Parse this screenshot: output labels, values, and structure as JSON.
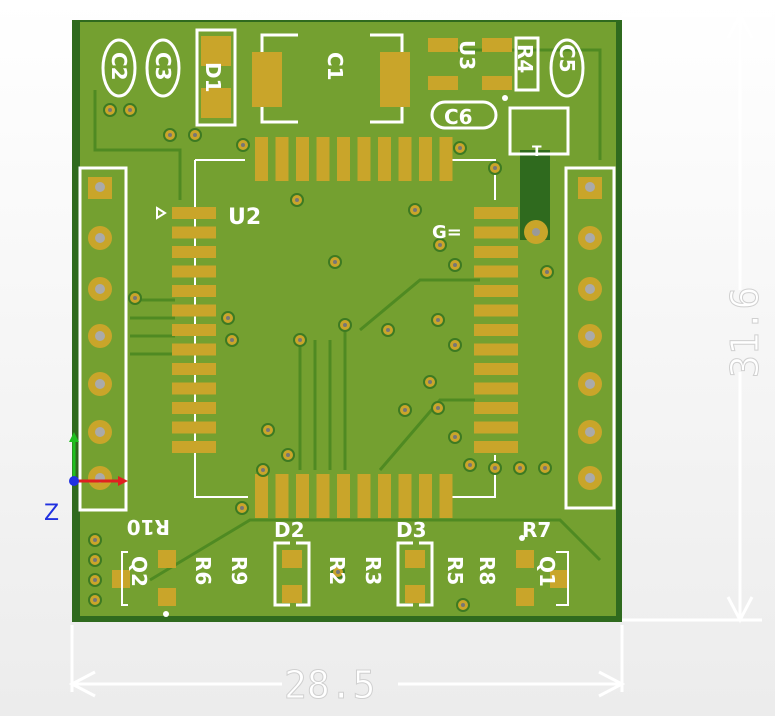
{
  "colors": {
    "board": "#74a030",
    "board_edge": "#2f6a1e",
    "pad": "#c9a52a",
    "silkscreen": "#ffffff",
    "axis_x": "#e02020",
    "axis_y": "#20c020",
    "axis_z": "#2030e0"
  },
  "dimensions": {
    "height": "31.6",
    "width": "28.5"
  },
  "axis": {
    "z_label": "Z"
  },
  "components": {
    "C2": "C2",
    "C3": "C3",
    "D1": "D1",
    "C1": "C1",
    "U3": "U3",
    "R4": "R4",
    "C5": "C5",
    "C6": "C6",
    "U2": "U2",
    "G": "G=",
    "T": "T",
    "D2": "D2",
    "D3": "D3",
    "R10": "R10",
    "R7": "R7",
    "Q2": "Q2",
    "R6": "R6",
    "R9": "R9",
    "R2": "R2",
    "R3": "R3",
    "R5": "R5",
    "R8": "R8",
    "Q1": "Q1"
  }
}
